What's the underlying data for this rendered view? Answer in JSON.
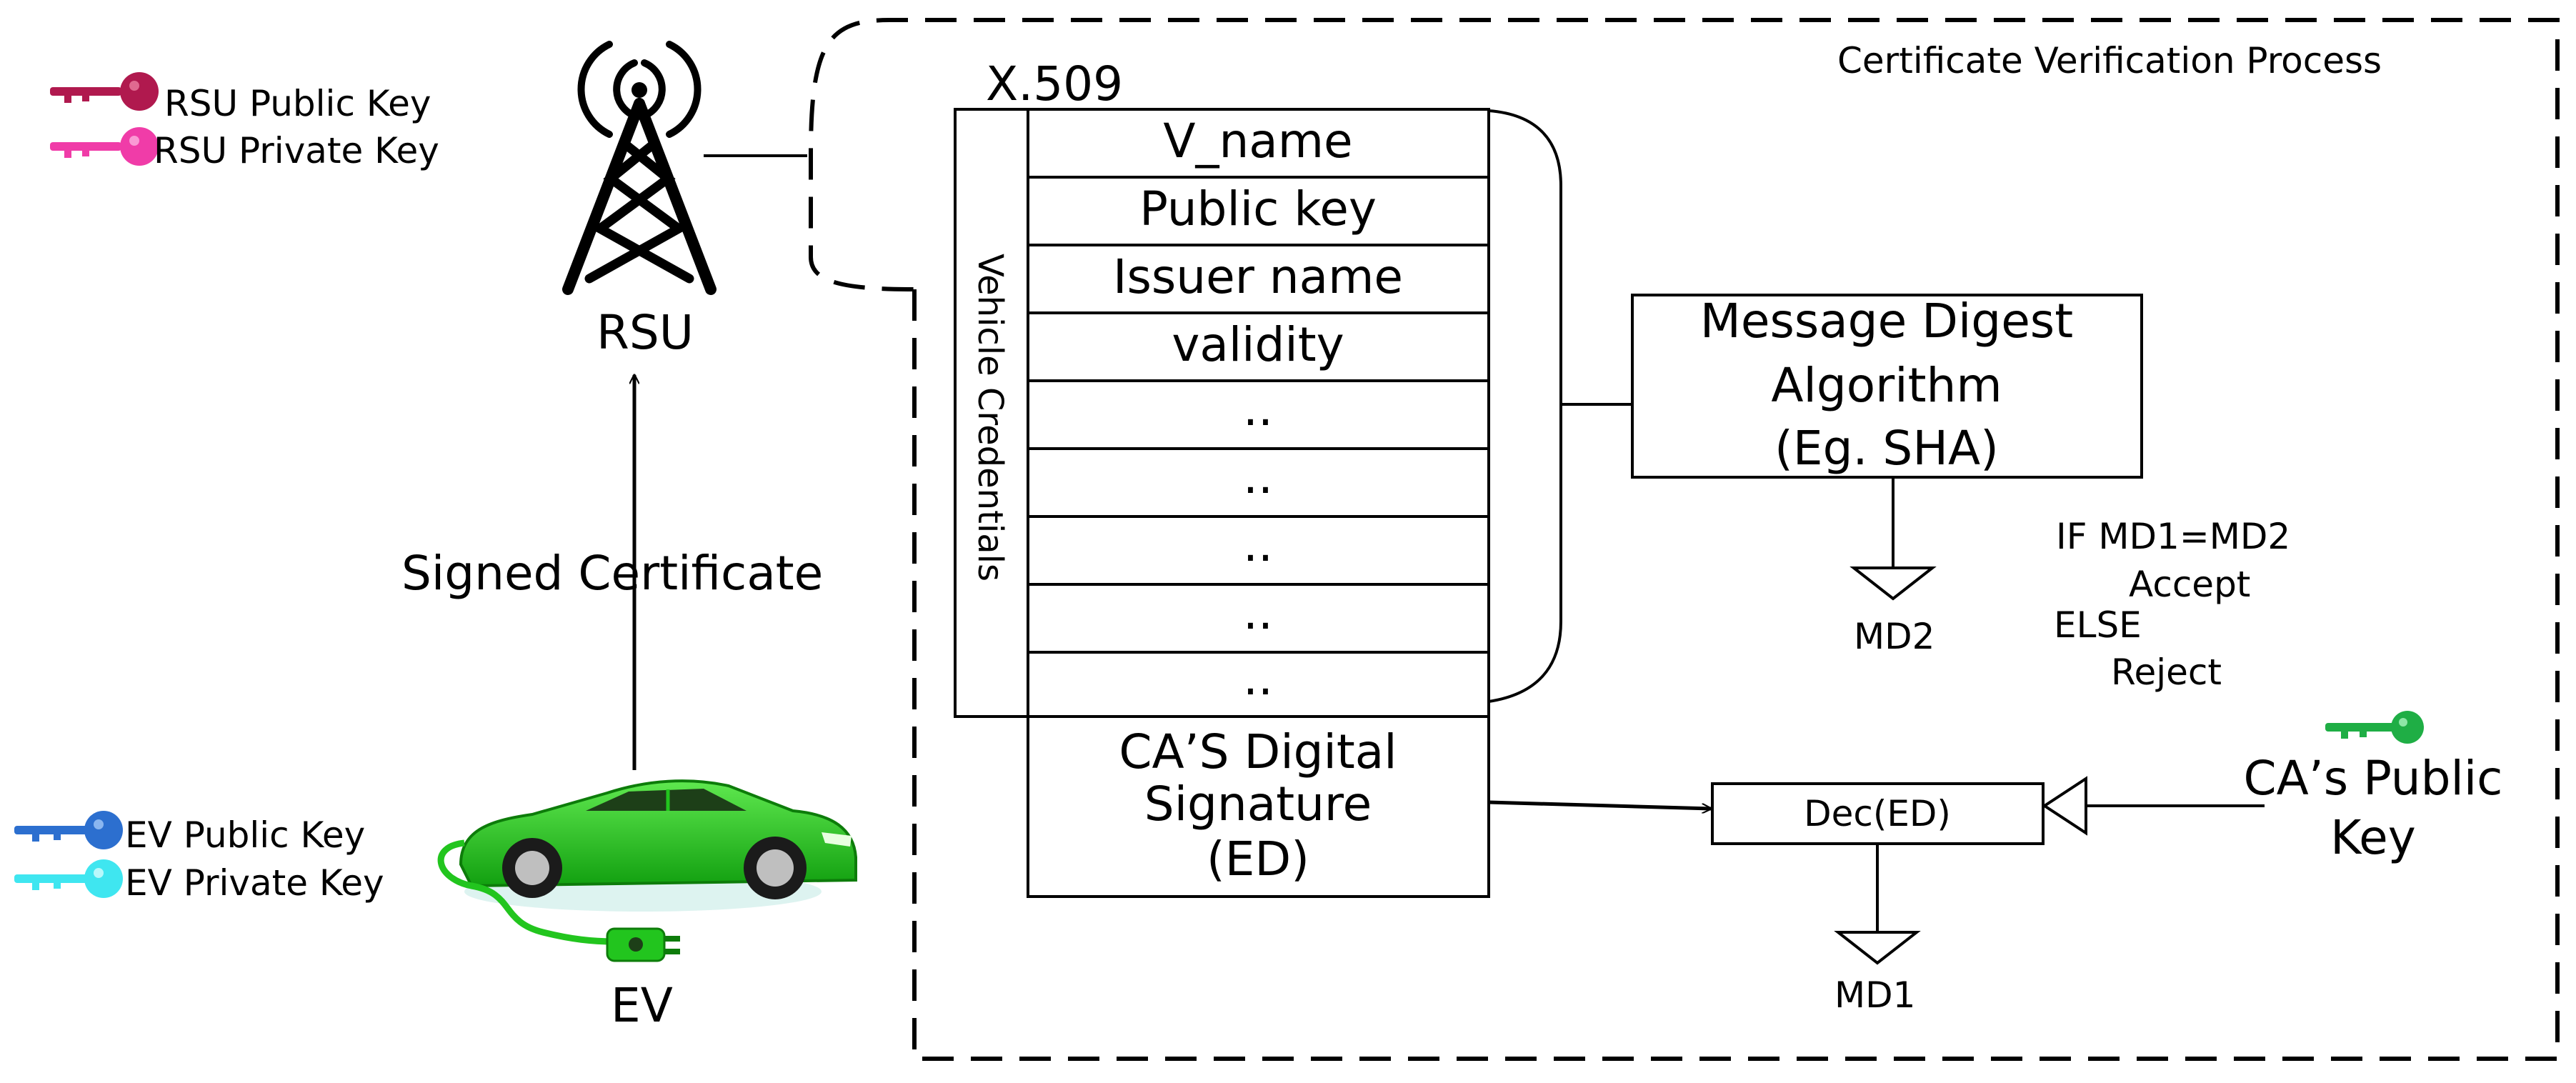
{
  "legend": {
    "rsu_public_key": "RSU Public Key",
    "rsu_private_key": "RSU Private Key",
    "ev_public_key": "EV Public Key",
    "ev_private_key": "EV Private Key"
  },
  "nodes": {
    "rsu_label": "RSU",
    "ev_label": "EV",
    "signed_certificate": "Signed Certificate"
  },
  "process": {
    "title": "Certificate Verification Process",
    "x509_title": "X.509",
    "vehicle_credentials": "Vehicle Credentials",
    "fields": [
      "V_name",
      "Public key",
      "Issuer name",
      "validity",
      "..",
      "..",
      "..",
      "..",
      ".."
    ],
    "signature_lines": [
      "CA’S Digital",
      "Signature",
      "(ED)"
    ],
    "md_algorithm_lines": [
      "Message Digest",
      "Algorithm",
      "(Eg. SHA)"
    ],
    "md2": "MD2",
    "md1": "MD1",
    "dec": "Dec(ED)",
    "ca_key_lines": [
      "CA’s Public",
      "Key"
    ],
    "rule_lines": [
      "IF MD1=MD2",
      "Accept",
      "ELSE",
      "Reject"
    ]
  },
  "colors": {
    "rsu_public_key": "#b0194e",
    "rsu_private_key": "#f03ca8",
    "ev_public_key": "#2c6fcf",
    "ev_private_key": "#3fe6f0",
    "ca_public_key": "#1fae45",
    "car_body": "#22c51e"
  },
  "icons": [
    "key-icon",
    "tower-icon",
    "car-icon",
    "plug-icon"
  ]
}
